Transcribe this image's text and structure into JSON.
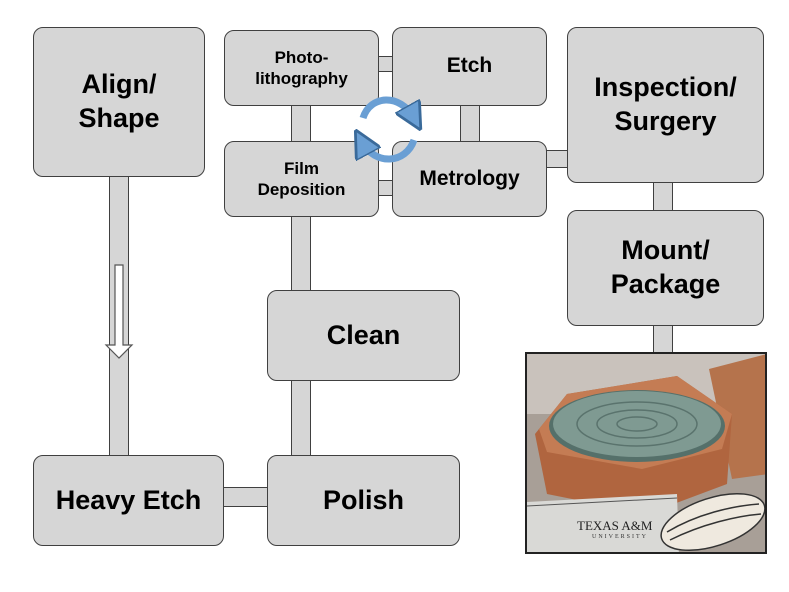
{
  "nodes": {
    "align_shape": "Align/\nShape",
    "photolithography": "Photo-\nlithography",
    "etch": "Etch",
    "inspection_surgery": "Inspection/\nSurgery",
    "film_deposition": "Film\nDeposition",
    "metrology": "Metrology",
    "mount_package": "Mount/\nPackage",
    "clean": "Clean",
    "heavy_etch": "Heavy Etch",
    "polish": "Polish"
  },
  "photo": {
    "ruler_text": "TEXAS A&M",
    "ruler_subtext": "UNIVERSITY"
  },
  "colors": {
    "box_fill": "#d6d6d6",
    "box_border": "#404040",
    "cycle_arrow": "#6a9fd4"
  }
}
